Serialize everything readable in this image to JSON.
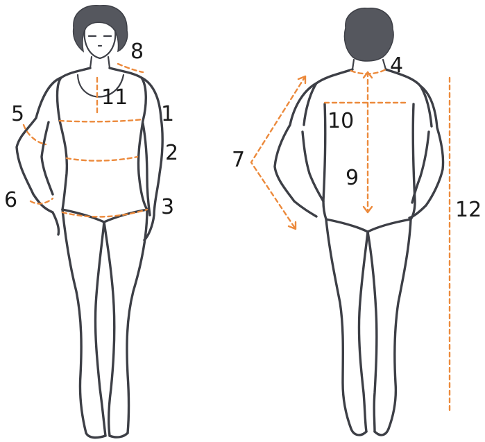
{
  "colors": {
    "measure": "#ec8a3c",
    "outline": "#3d3f46",
    "label": "#1a1a1a"
  },
  "labels": {
    "m1": "1",
    "m2": "2",
    "m3": "3",
    "m4": "4",
    "m5": "5",
    "m6": "6",
    "m7": "7",
    "m8": "8",
    "m9": "9",
    "m10": "10",
    "m11": "11",
    "m12": "12"
  }
}
